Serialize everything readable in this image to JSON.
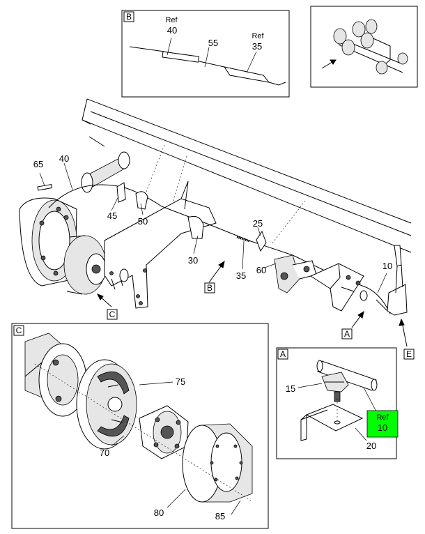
{
  "callouts": {
    "ref40_ref": "Ref",
    "ref40_num": "40",
    "c55": "55",
    "ref35_ref": "Ref",
    "ref35_num": "35",
    "c65": "65",
    "c40": "40",
    "c45": "45",
    "c50": "50",
    "c25": "25",
    "c30": "30",
    "c35": "35",
    "c60": "60",
    "c10": "10",
    "c75": "75",
    "c70": "70",
    "c80": "80",
    "c85": "85",
    "c15": "15",
    "ref10_ref": "Ref",
    "ref10_num": "10",
    "c20": "20"
  },
  "boxes": {
    "b_top": "B",
    "b_main": "B",
    "c_main": "C",
    "c_detail": "C",
    "a_main": "A",
    "a_detail": "A",
    "e_main": "E"
  },
  "colors": {
    "highlight": "#00ff00"
  }
}
